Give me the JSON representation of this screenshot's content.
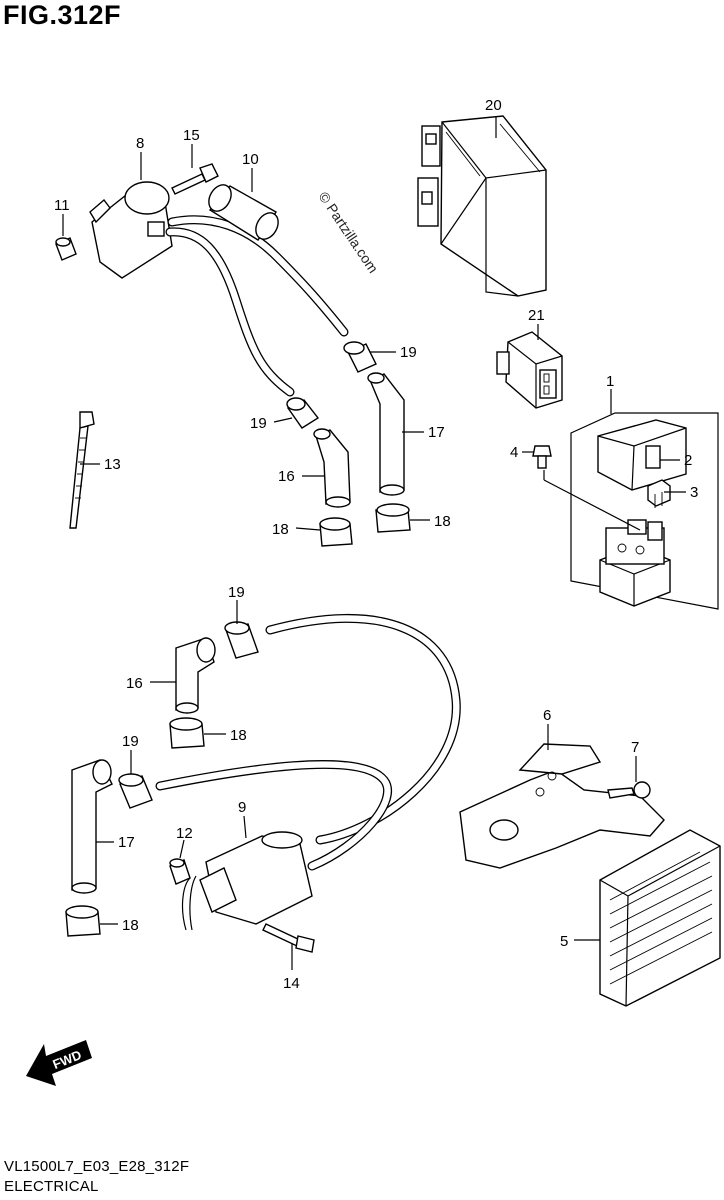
{
  "figure": {
    "title": "FIG.312F",
    "model_code": "VL1500L7_E03_E28_312F",
    "category": "ELECTRICAL",
    "watermark": "© Partzilla.com",
    "fwd_label": "FWD"
  },
  "callouts": [
    {
      "id": "20",
      "label": "20"
    },
    {
      "id": "15",
      "label": "15"
    },
    {
      "id": "8",
      "label": "8"
    },
    {
      "id": "10",
      "label": "10"
    },
    {
      "id": "11",
      "label": "11"
    },
    {
      "id": "21",
      "label": "21"
    },
    {
      "id": "19a",
      "label": "19"
    },
    {
      "id": "1",
      "label": "1"
    },
    {
      "id": "19b",
      "label": "19"
    },
    {
      "id": "17a",
      "label": "17"
    },
    {
      "id": "4",
      "label": "4"
    },
    {
      "id": "2",
      "label": "2"
    },
    {
      "id": "13",
      "label": "13"
    },
    {
      "id": "16a",
      "label": "16"
    },
    {
      "id": "3",
      "label": "3"
    },
    {
      "id": "18a",
      "label": "18"
    },
    {
      "id": "18b",
      "label": "18"
    },
    {
      "id": "19c",
      "label": "19"
    },
    {
      "id": "16b",
      "label": "16"
    },
    {
      "id": "18c",
      "label": "18"
    },
    {
      "id": "6",
      "label": "6"
    },
    {
      "id": "19d",
      "label": "19"
    },
    {
      "id": "7",
      "label": "7"
    },
    {
      "id": "9",
      "label": "9"
    },
    {
      "id": "17b",
      "label": "17"
    },
    {
      "id": "12",
      "label": "12"
    },
    {
      "id": "5",
      "label": "5"
    },
    {
      "id": "18d",
      "label": "18"
    },
    {
      "id": "14",
      "label": "14"
    }
  ]
}
